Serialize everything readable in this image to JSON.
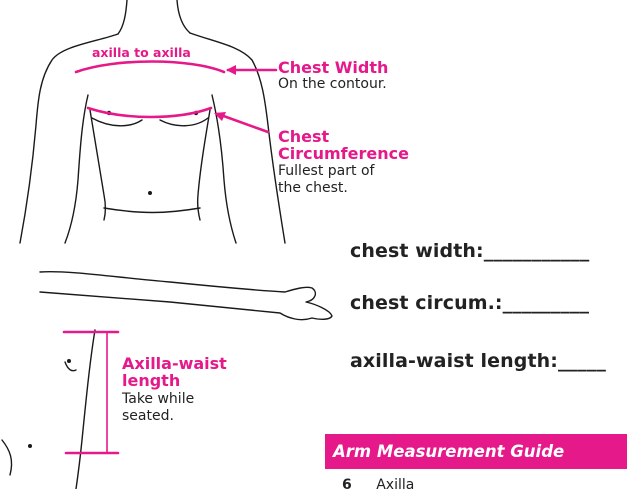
{
  "colors": {
    "accent": "#e5198a",
    "outline": "#1a1a1a",
    "text": "#222222"
  },
  "torso_diagram": {
    "axilla_label": "axilla to axilla",
    "chest_width": {
      "title": "Chest Width",
      "note": "On the contour."
    },
    "chest_circumference": {
      "title_line1": "Chest",
      "title_line2": "Circumference",
      "note_line1": "Fullest part of",
      "note_line2": "the chest."
    }
  },
  "side_diagram": {
    "axilla_waist": {
      "title_line1": "Axilla-waist",
      "title_line2": "length",
      "note_line1": "Take while",
      "note_line2": "seated."
    }
  },
  "form_fields": [
    {
      "label": "chest width:",
      "blank": "___________"
    },
    {
      "label": "chest circum.:",
      "blank": "_________"
    },
    {
      "label": "axilla-waist length:",
      "blank": "_____"
    }
  ],
  "section_banner": "Arm Measurement Guide",
  "cutoff_row": {
    "number": "6",
    "text": "Axilla"
  }
}
